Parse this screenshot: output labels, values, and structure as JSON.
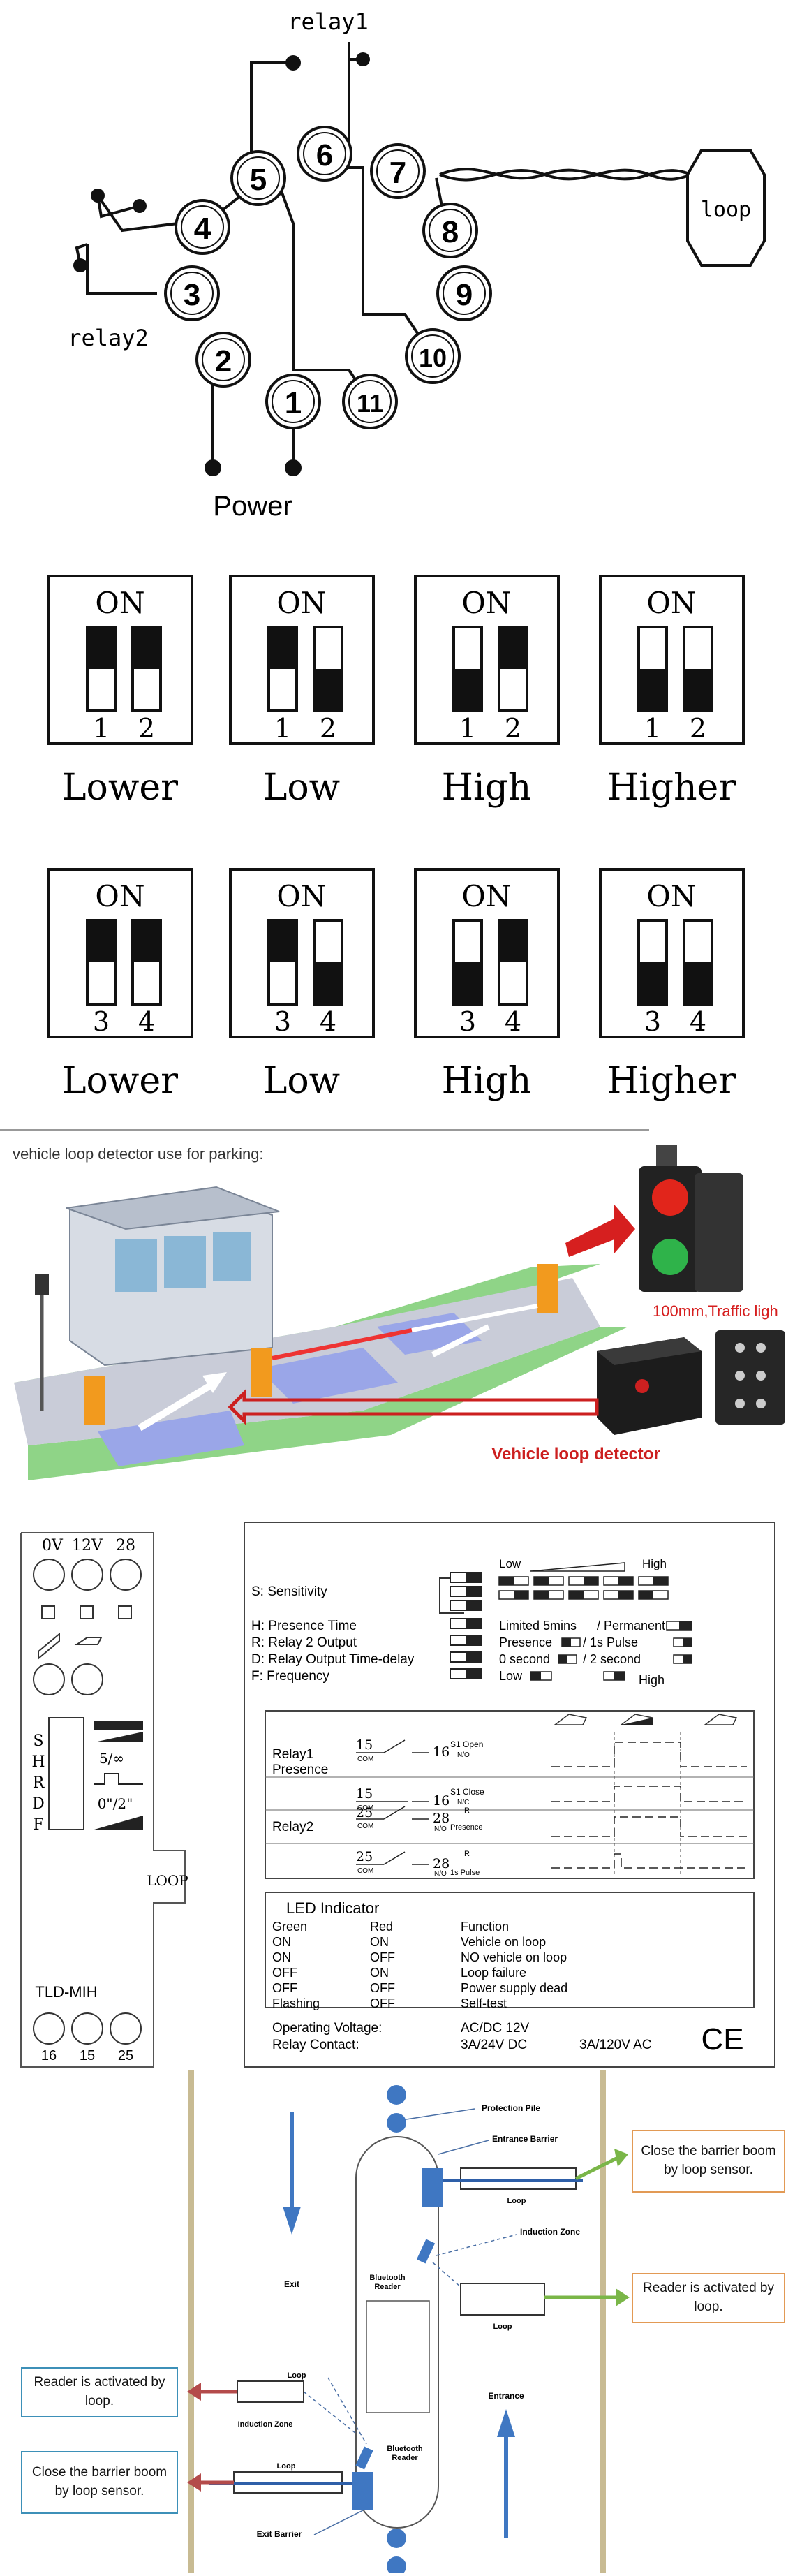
{
  "wiring": {
    "terminals": [
      "1",
      "2",
      "3",
      "4",
      "5",
      "6",
      "7",
      "8",
      "9",
      "10",
      "11"
    ],
    "relay1": "relay1",
    "relay2": "relay2",
    "loop": "loop",
    "power": "Power"
  },
  "dip_switches": {
    "on_label": "ON",
    "row1": {
      "numbers": [
        "1",
        "2"
      ],
      "items": [
        {
          "label": "Lower",
          "states": [
            "on",
            "on"
          ]
        },
        {
          "label": "Low",
          "states": [
            "on",
            "off"
          ]
        },
        {
          "label": "High",
          "states": [
            "off",
            "on"
          ]
        },
        {
          "label": "Higher",
          "states": [
            "off",
            "off"
          ]
        }
      ]
    },
    "row2": {
      "numbers": [
        "3",
        "4"
      ],
      "items": [
        {
          "label": "Lower",
          "states": [
            "on",
            "on"
          ]
        },
        {
          "label": "Low",
          "states": [
            "on",
            "off"
          ]
        },
        {
          "label": "High",
          "states": [
            "off",
            "on"
          ]
        },
        {
          "label": "Higher",
          "states": [
            "off",
            "off"
          ]
        }
      ]
    }
  },
  "parking": {
    "caption": "vehicle loop detector use for parking:",
    "traffic_light": "100mm,Traffic ligh",
    "detector": "Vehicle loop detector"
  },
  "panel": {
    "left": {
      "top_terminals": [
        "0V",
        "12V",
        "28"
      ],
      "side_letters": [
        "S",
        "H",
        "R",
        "D",
        "F"
      ],
      "markings": {
        "presence": "5/∞",
        "delay": "0\"/2\""
      },
      "loop": "LOOP",
      "model": "TLD-MIH",
      "bottom_terminals": [
        "16",
        "15",
        "25"
      ]
    },
    "settings": {
      "items": [
        "S: Sensitivity",
        "H: Presence Time",
        "R: Relay 2 Output",
        "D: Relay Output Time-delay",
        "F: Frequency"
      ],
      "low": "Low",
      "high": "High",
      "presence_time": "Limited 5mins",
      "permanent": "/ Permanent",
      "presence": "Presence",
      "pulse": "/ 1s Pulse",
      "zero_second": "0 second",
      "two_second": "/ 2 second",
      "freq_low": "Low",
      "freq_high": "High"
    },
    "relays": {
      "relay1": "Relay1",
      "presence_word": "Presence",
      "relay2": "Relay2",
      "com": "COM",
      "no": "N/O",
      "nc": "N/C",
      "r": "R",
      "t15": "15",
      "t16": "16",
      "t25": "25",
      "t28": "28",
      "s1_open": "S1 Open",
      "s1_close": "S1 Close",
      "presence_small": "Presence",
      "pulse_small": "1s Pulse"
    },
    "led": {
      "title": "LED Indicator",
      "headers": [
        "Green",
        "Red",
        "Function"
      ],
      "rows": [
        [
          "ON",
          "ON",
          "Vehicle on loop"
        ],
        [
          "ON",
          "OFF",
          "NO vehicle on loop"
        ],
        [
          "OFF",
          "ON",
          "Loop failure"
        ],
        [
          "OFF",
          "OFF",
          "Power supply dead"
        ],
        [
          "Flashing",
          "OFF",
          "Self-test"
        ]
      ]
    },
    "specs": {
      "voltage_label": "Operating Voltage:",
      "voltage_value": "AC/DC 12V",
      "contact_label": "Relay Contact:",
      "contact_dc": "3A/24V DC",
      "contact_ac": "3A/120V AC",
      "mark": "CE"
    }
  },
  "barrier": {
    "protection_pile": "Protection Pile",
    "entrance_barrier": "Entrance Barrier",
    "exit": "Exit",
    "entrance": "Entrance",
    "bluetooth_reader": "Bluetooth Reader",
    "induction_zone": "Induction Zone",
    "loop": "Loop",
    "exit_barrier": "Exit Barrier",
    "callouts": {
      "close_right": "Close the barrier boom by loop sensor.",
      "reader_right": "Reader is activated by loop.",
      "reader_left": "Reader is activated by loop.",
      "close_left": "Close the barrier boom by loop sensor."
    }
  }
}
